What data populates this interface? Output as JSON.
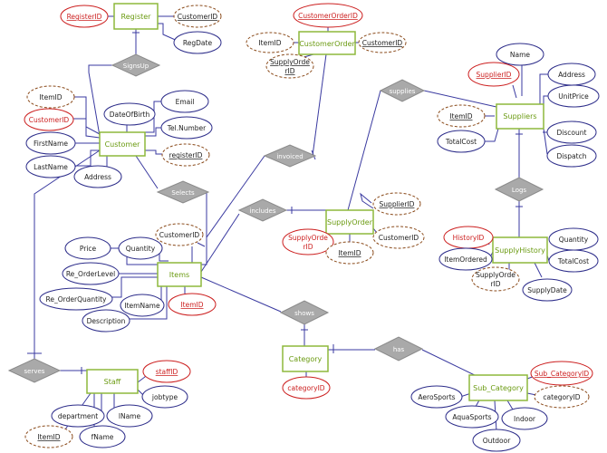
{
  "colors": {
    "entity_stroke": "#8db83c",
    "entity_text": "#6a9a10",
    "relation_fill": "#a9a9a9",
    "relation_text": "#ffffff",
    "attr_stroke": "#2d2d8a",
    "key_stroke": "#cc1f1f",
    "key_text": "#cc1f1f",
    "derived_stroke": "#8a4a1a",
    "line": "#3a3aa0"
  },
  "entities": {
    "register": "Register",
    "customer_order": "CustomerOrder",
    "suppliers": "Suppliers",
    "customer": "Customer",
    "supply_order": "SupplyOrder",
    "supply_history": "SupplyHistory",
    "items": "Items",
    "category": "Category",
    "staff": "Staff",
    "sub_category": "Sub_Category"
  },
  "relationships": {
    "signs_up": "SignsUp",
    "supplies": "supplies",
    "invoiced": "invoiced",
    "selects": "Selects",
    "includes": "includes",
    "logs": "Logs",
    "shows": "shows",
    "has": "has",
    "serves": "serves"
  },
  "attributes": {
    "register_id": "RegisterID",
    "register_customer_id": "CustomerID",
    "reg_date": "RegDate",
    "customer_order_id": "CustomerOrderID",
    "co_item_id": "ItemID",
    "co_customer_id": "CustomerID",
    "co_supply_order_id_1": "SupplyOrde",
    "co_supply_order_id_2": "rID",
    "sup_name": "Name",
    "supplier_id": "SupplierID",
    "sup_address": "Address",
    "unit_price": "UnitPrice",
    "sup_item_id": "ItemID",
    "discount": "Discount",
    "total_cost": "TotalCost",
    "dispatch": "Dispatch",
    "cust_item_id": "ItemID",
    "customer_id": "CustomerID",
    "date_of_birth": "DateOfBirth",
    "email": "Email",
    "tel_number": "Tel.Number",
    "first_name": "FirstName",
    "last_name": "LastName",
    "cust_address": "Address",
    "cust_register_id": "registerID",
    "so_supplier_id": "SupplierID",
    "so_customer_id": "CustomerID",
    "supply_order_id_1": "SupplyOrde",
    "supply_order_id_2": "rID",
    "so_item_id": "ItemID",
    "history_id": "HistoryID",
    "quantity": "Quantity",
    "item_ordered": "ItemOrdered",
    "sh_total_cost": "TotalCost",
    "sh_supply_order_id_1": "SupplyOrde",
    "sh_supply_order_id_2": "rID",
    "supply_date": "SupplyDate",
    "price": "Price",
    "items_quantity": "Quantity",
    "items_customer_id": "CustomerID",
    "re_order_level": "Re_OrderLevel",
    "re_order_quantity": "Re_OrderQuantity",
    "item_name": "ItemName",
    "item_id": "ItemID",
    "description": "Description",
    "category_id": "categoryID",
    "staff_id": "staffID",
    "job_type": "jobtype",
    "department": "department",
    "l_name": "lName",
    "f_name": "fName",
    "staff_item_id": "ItemID",
    "sub_category_id": "Sub_CategoryID",
    "sc_category_id": "categoryID",
    "aero_sports": "AeroSports",
    "aqua_sports": "AquaSports",
    "indoor": "Indoor",
    "outdoor": "Outdoor"
  }
}
